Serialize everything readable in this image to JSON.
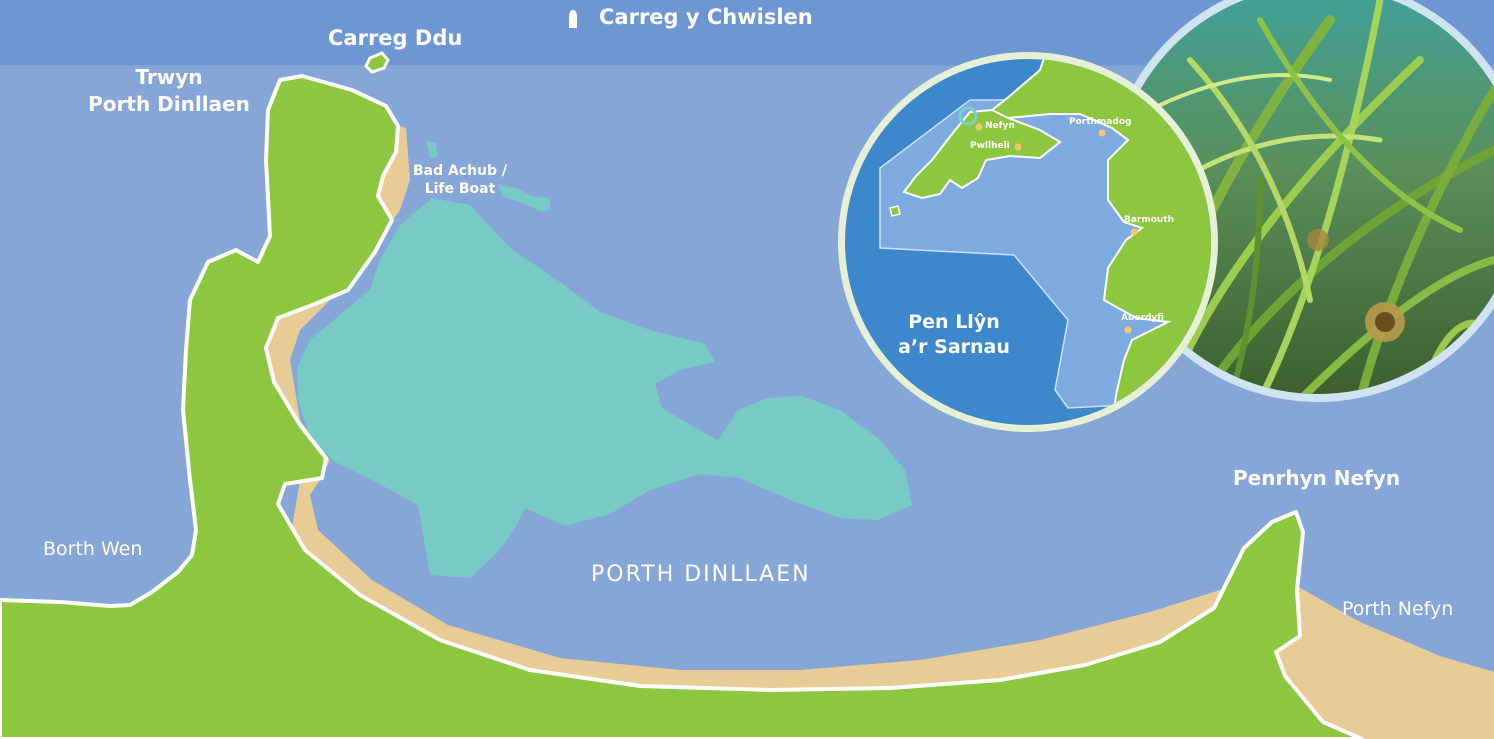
{
  "labels": {
    "carreg_y_chwislen": "Carreg y Chwislen",
    "carreg_ddu": "Carreg Ddu",
    "trwyn_line1": "Trwyn",
    "trwyn_line2": "Porth Dinllaen",
    "bad_achub_line1": "Bad Achub /",
    "bad_achub_line2": "Life Boat",
    "borth_wen": "Borth Wen",
    "porth_dinllaen": "PORTH DINLLAEN",
    "penrhyn_nefyn": "Penrhyn Nefyn",
    "porth_nefyn": "Porth Nefyn"
  },
  "inset": {
    "title_line1": "Pen Llŷn",
    "title_line2": "a’r Sarnau",
    "towns": {
      "nefyn": "Nefyn",
      "pwllheli": "Pwllheli",
      "porthmadog": "Porthmadog",
      "barmouth": "Barmouth",
      "aberdyfi": "Aberdyfi"
    }
  },
  "colors": {
    "sea": "#86a6d8",
    "top_strip": "#6e96d3",
    "land": "#8dc63f",
    "sand": "#e8cc96",
    "seagrass": "#77cbc4",
    "inset_sea": "#3d87cc",
    "inset_sac": "#7daadf",
    "inset_border": "#e6f0d5",
    "photo_border": "#cfe3f1",
    "town_dot": "#f4c86a"
  },
  "icons": {
    "lighthouse": "lighthouse-icon"
  }
}
